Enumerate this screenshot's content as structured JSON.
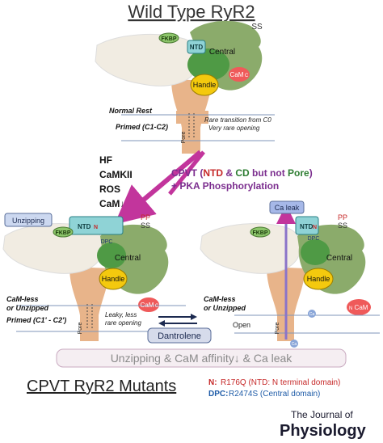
{
  "title": "Wild Type RyR2",
  "top": {
    "labels": {
      "fkbp": "FKBP",
      "ntd": "NTD",
      "central": "Central",
      "handle": "Handle",
      "cam": "CaM",
      "cam_c": "C",
      "ss": "SS",
      "pore": "Pore"
    },
    "state1": "Normal Rest",
    "state2": "Primed (C1-C2)",
    "note1": "Rare transition from C0",
    "note2": "Very rare opening"
  },
  "triggers": [
    "HF",
    "CaMKII",
    "ROS",
    "CaM↓"
  ],
  "cpvt": {
    "prefix": "CPVT (",
    "ntd": "NTD",
    "amp": " & ",
    "cd": "CD",
    "but": " but not ",
    "pore": "Pore",
    "close": ")",
    "line2": "+ PKA Phosphorylation",
    "colors": {
      "ntd": "#c62828",
      "cd": "#2e7d32",
      "pore": "#2e7d32",
      "text": "#7b2d8e"
    }
  },
  "left": {
    "badge": "Unzipping",
    "labels": {
      "fkbp": "FKBP",
      "ntd": "NTD",
      "n": "N",
      "dpc": "DPC",
      "central": "Central",
      "handle": "Handle",
      "cam": "CaM",
      "cam_c": "C",
      "pp": "PP",
      "ss": "SS",
      "pore": "Pore"
    },
    "state1": "CaM-less",
    "state2": "or Unzipped",
    "state3": "Primed (C1' - C2')",
    "note1": "Leaky, less",
    "note2": "rare opening"
  },
  "right": {
    "ca_leak": "Ca leak",
    "labels": {
      "fkbp": "FKBP",
      "ntd": "NTD",
      "n": "N",
      "dpc": "DPC",
      "central": "Central",
      "handle": "Handle",
      "cam": "CaM",
      "cam_n": "N",
      "pp": "PP",
      "ss": "SS",
      "pore": "Pore",
      "ca": "Ca"
    },
    "state1": "CaM-less",
    "state2": "or Unzipped",
    "open": "Open"
  },
  "drug": "Dantrolene",
  "summary": "Unzipping & CaM affinity↓ & Ca leak",
  "footer": {
    "title": "CPVT RyR2 Mutants",
    "n_key": "N:",
    "n_val": "R176Q (NTD: N terminal domain)",
    "dpc_key": "DPC:",
    "dpc_val": "R2474S (Central domain)"
  },
  "journal": {
    "line1": "The Journal of",
    "line2": "Physiology"
  },
  "colors": {
    "tan": "#e8b48a",
    "cream": "#f1ece2",
    "green": "#8bab6b",
    "green_dark": "#4f9a45",
    "ntd": "#8fd3d6",
    "handle": "#f4c90e",
    "cam": "#ef5a5a",
    "fkbp": "#8cc56a",
    "arrow": "#c2359c"
  }
}
